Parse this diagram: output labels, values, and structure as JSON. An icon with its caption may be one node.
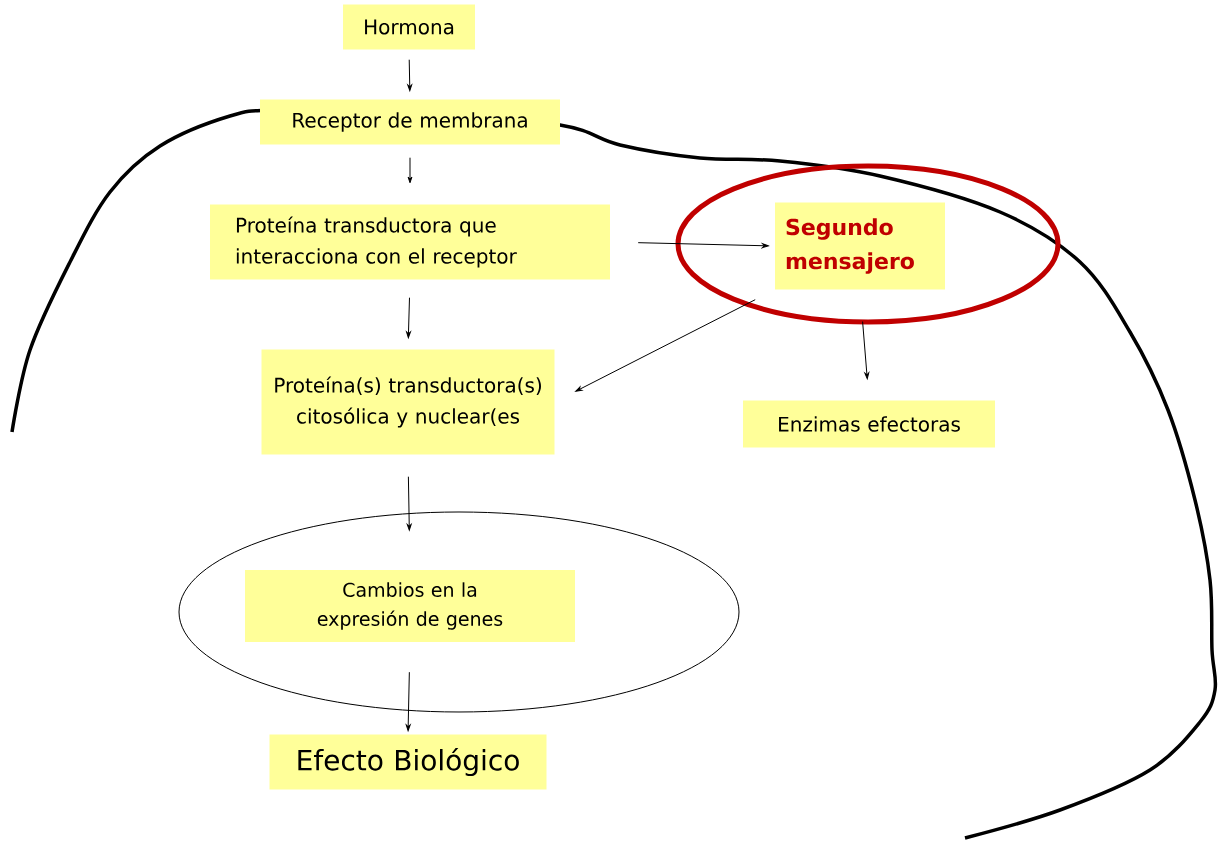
{
  "diagram": {
    "nodes": [
      {
        "text": [
          "Hormona"
        ]
      },
      {
        "text": [
          "Receptor de membrana"
        ]
      },
      {
        "text": [
          "Proteína transductora que interacciona con el receptor"
        ]
      },
      {
        "text": [],
        "shape": "ellipse"
      },
      {
        "text": [
          "Segundo mensajero"
        ],
        "in": 3
      },
      {
        "text": [
          "Proteína(s) transductora(s) citosólica y nuclear(es"
        ]
      },
      {
        "text": [
          "Enzimas efectoras"
        ]
      },
      {
        "text": [],
        "shape": "ellipse"
      },
      {
        "text": [
          "Cambios en la expresión de genes"
        ],
        "in": 7
      },
      {
        "text": [
          "Efecto Biológico"
        ]
      }
    ],
    "edges": [
      {
        "from": 0,
        "to": 1,
        "arrow": "to"
      },
      {
        "from": 1,
        "to": 2,
        "arrow": "to"
      },
      {
        "from": 2,
        "to": 4,
        "arrow": "to"
      },
      {
        "from": 2,
        "to": 5,
        "arrow": "to"
      },
      {
        "from": 4,
        "to": 5,
        "arrow": "to"
      },
      {
        "from": 4,
        "to": 6,
        "arrow": "to"
      },
      {
        "from": 5,
        "to": 8,
        "arrow": "to"
      },
      {
        "from": 8,
        "to": 9,
        "arrow": "to"
      }
    ]
  }
}
